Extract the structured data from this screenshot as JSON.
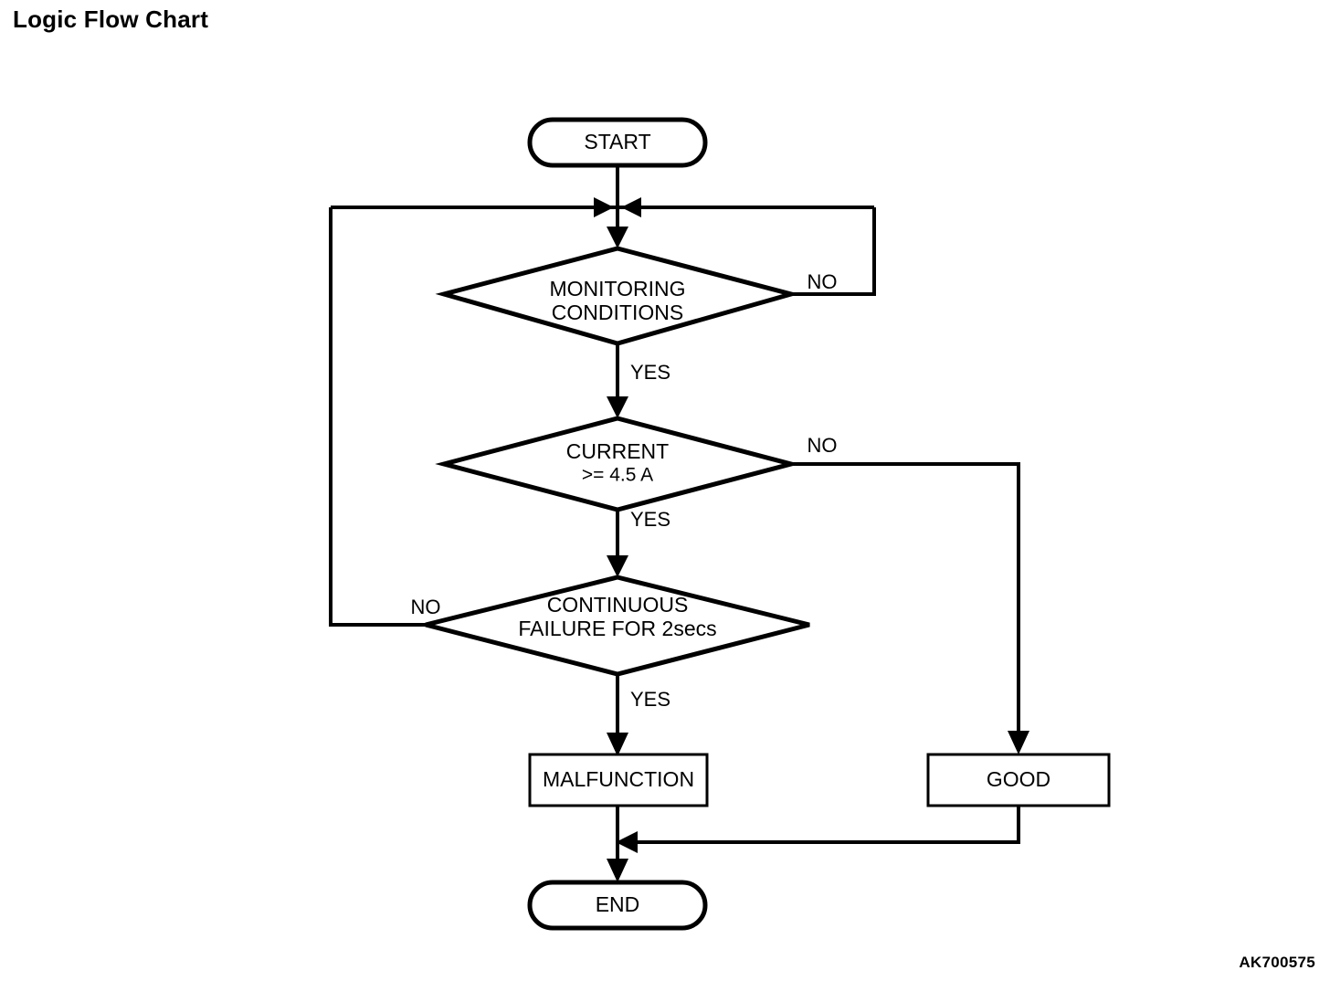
{
  "page": {
    "title": "Logic Flow Chart",
    "reference_code": "AK700575",
    "background_color": "#ffffff",
    "line_color": "#000000"
  },
  "chart_data": {
    "type": "diagram",
    "diagram_kind": "flowchart",
    "title": "Logic Flow Chart",
    "nodes": [
      {
        "id": "start",
        "shape": "terminal",
        "label": "START",
        "label_line1": "START",
        "label_line2": ""
      },
      {
        "id": "monitoring",
        "shape": "decision",
        "label": "MONITORING CONDITIONS",
        "label_line1": "MONITORING",
        "label_line2": "CONDITIONS"
      },
      {
        "id": "current",
        "shape": "decision",
        "label": "CURRENT >= 4.5 A",
        "label_line1": "CURRENT",
        "label_line2": ">= 4.5 A"
      },
      {
        "id": "continuous",
        "shape": "decision",
        "label": "CONTINUOUS FAILURE FOR 2secs",
        "label_line1": "CONTINUOUS",
        "label_line2": "FAILURE FOR 2secs"
      },
      {
        "id": "malfunction",
        "shape": "process",
        "label": "MALFUNCTION",
        "label_line1": "MALFUNCTION",
        "label_line2": ""
      },
      {
        "id": "good",
        "shape": "process",
        "label": "GOOD",
        "label_line1": "GOOD",
        "label_line2": ""
      },
      {
        "id": "end",
        "shape": "terminal",
        "label": "END",
        "label_line1": "END",
        "label_line2": ""
      }
    ],
    "edges": [
      {
        "from": "start",
        "to": "monitoring",
        "label": ""
      },
      {
        "from": "monitoring",
        "to": "monitoring",
        "label": "NO",
        "note": "loops back to junction above monitoring, routed right"
      },
      {
        "from": "monitoring",
        "to": "current",
        "label": "YES"
      },
      {
        "from": "current",
        "to": "good",
        "label": "NO",
        "note": "routed right then down to GOOD"
      },
      {
        "from": "current",
        "to": "continuous",
        "label": "YES"
      },
      {
        "from": "continuous",
        "to": "monitoring",
        "label": "NO",
        "note": "loops back to junction above monitoring, routed left"
      },
      {
        "from": "continuous",
        "to": "malfunction",
        "label": "YES"
      },
      {
        "from": "malfunction",
        "to": "end",
        "label": ""
      },
      {
        "from": "good",
        "to": "end",
        "label": "",
        "note": "routed down then left into the MALFUNCTION-to-END line"
      }
    ],
    "edge_labels": {
      "monitoring_no": "NO",
      "monitoring_yes": "YES",
      "current_no": "NO",
      "current_yes": "YES",
      "continuous_no": "NO",
      "continuous_yes": "YES"
    }
  }
}
